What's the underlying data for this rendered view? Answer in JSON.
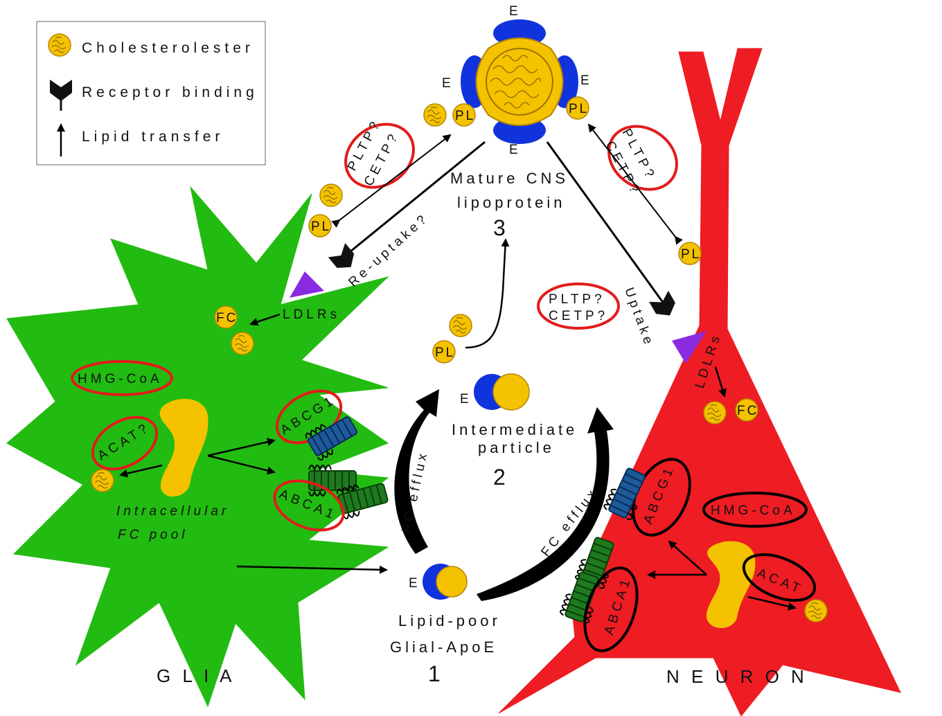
{
  "legend": {
    "cholesterol_ester": "Cholesterolester",
    "receptor_binding": "Receptor binding",
    "lipid_transfer": "Lipid transfer"
  },
  "cells": {
    "glia": "G L I A",
    "neuron": "N E U R O N"
  },
  "particles": {
    "p1_line1": "Lipid-poor",
    "p1_line2": "Glial-ApoE",
    "p1_number": "1",
    "p2_line1": "Intermediate",
    "p2_line2": "particle",
    "p2_number": "2",
    "p3_line1": "Mature CNS",
    "p3_line2": "lipoprotein",
    "p3_number": "3",
    "apoe_letter": "E"
  },
  "glia_labels": {
    "hmg_coa": "HMG-CoA",
    "acat": "ACAT?",
    "abcg1": "ABCG1",
    "abca1": "ABCA1",
    "fc_pool_1": "Intracellular",
    "fc_pool_2": "FC pool",
    "ldlrs": "LDLRs",
    "fc": "FC"
  },
  "neuron_labels": {
    "hmg_coa": "HMG-CoA",
    "acat": "ACAT",
    "abcg1": "ABCG1",
    "abca1": "ABCA1",
    "ldlrs": "LDLRs",
    "fc": "FC"
  },
  "transfer": {
    "pltp": "PLTP?",
    "cetp": "CETP?",
    "pl": "PL"
  },
  "flows": {
    "reuptake": "Re-uptake?",
    "uptake": "Uptake",
    "fc_efflux": "FC efflux"
  },
  "colors": {
    "glia": "#22bb11",
    "neuron": "#ee1c23",
    "lipid": "#f5c200",
    "apoe": "#1133dd",
    "receptor": "#8a2be2",
    "abcg1": "#1d5a99",
    "abca1": "#1f7a1f",
    "enzyme_ring": "#e31b1b"
  }
}
